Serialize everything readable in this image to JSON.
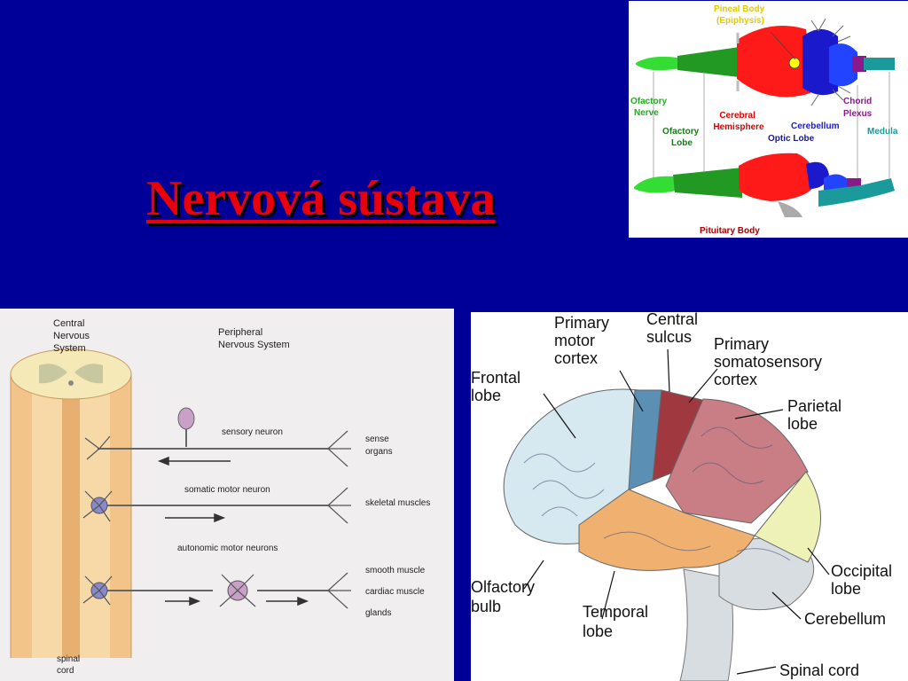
{
  "slide": {
    "title": "Nervová sústava",
    "background": "#000099",
    "title_color": "#e8000b"
  },
  "frog_brain": {
    "labels": {
      "pineal": [
        "Pineal Body",
        "(Epiphysis)"
      ],
      "olfactory_nerve": [
        "Ofactory",
        "Nerve"
      ],
      "olfactory_lobe": [
        "Ofactory",
        "Lobe"
      ],
      "cerebral_hemisphere": [
        "Cerebral",
        "Hemisphere"
      ],
      "cerebellum": "Cerebellum",
      "optic_lobe": "Optic Lobe",
      "chorid_plexus": [
        "Chorid",
        "Plexus"
      ],
      "medula": "Medula",
      "pituitary": "Pituitary Body"
    },
    "colors": {
      "olfactory": "#33dd33",
      "lobe": "#229922",
      "cerebrum": "#ff1a1a",
      "optic": "#1a1acc",
      "cerebellum": "#2244ff",
      "chorid": "#8a1a8a",
      "medula": "#1a9a9a",
      "pineal": "#ffff00"
    }
  },
  "nervous_system": {
    "cns_label": [
      "Central",
      "Nervous",
      "System"
    ],
    "pns_label": [
      "Peripheral",
      "Nervous System"
    ],
    "neurons": {
      "sensory": "sensory neuron",
      "somatic": "somatic motor neuron",
      "autonomic": "autonomic motor neurons"
    },
    "targets": {
      "sense": [
        "sense",
        "organs"
      ],
      "skeletal": "skeletal muscles",
      "smooth": "smooth muscle",
      "cardiac": "cardiac muscle",
      "glands": "glands"
    },
    "spinal_label": [
      "spinal",
      "cord"
    ]
  },
  "human_brain": {
    "labels": {
      "primary_motor": [
        "Primary",
        "motor",
        "cortex"
      ],
      "central_sulcus": [
        "Central",
        "sulcus"
      ],
      "somatosensory": [
        "Primary",
        "somatosensory",
        "cortex"
      ],
      "frontal": [
        "Frontal",
        "lobe"
      ],
      "parietal": [
        "Parietal",
        "lobe"
      ],
      "occipital": [
        "Occipital",
        "lobe"
      ],
      "olfactory_bulb": [
        "Olfactory",
        "bulb"
      ],
      "temporal": [
        "Temporal",
        "lobe"
      ],
      "cerebellum": "Cerebellum",
      "spinal_cord": "Spinal cord"
    },
    "colors": {
      "frontal": "#d6e8f0",
      "motor": "#5b8fb3",
      "somatosensory": "#a0393f",
      "parietal": "#c97e86",
      "occipital": "#eef2b6",
      "temporal": "#f0b070",
      "cerebellum": "#d8dde2"
    }
  }
}
